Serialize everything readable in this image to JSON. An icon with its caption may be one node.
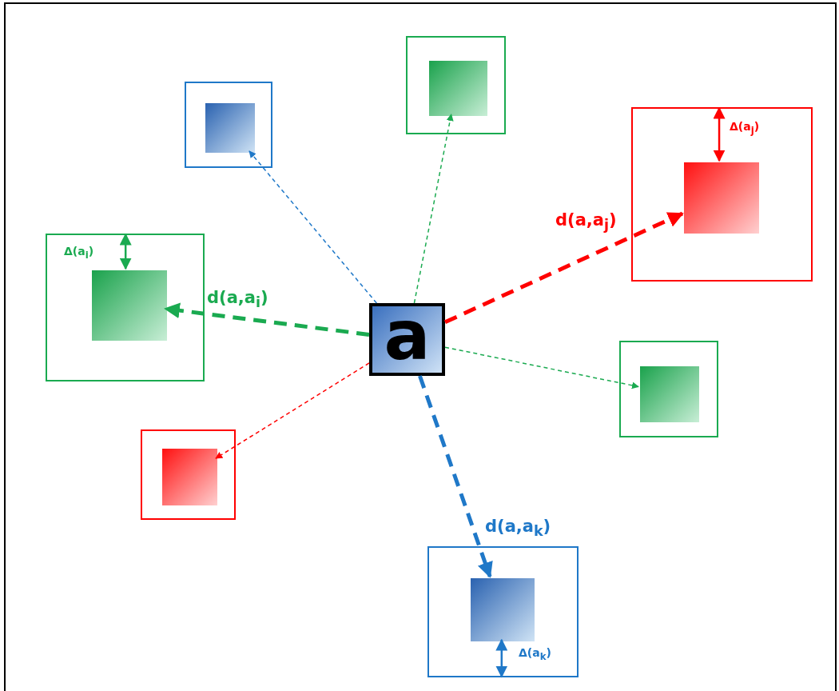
{
  "diagram": {
    "nodes": [
      {
        "text": [
          "a"
        ]
      },
      {
        "text": [],
        "shape": "box"
      },
      {
        "text": [],
        "shape": "box",
        "in": 1
      },
      {
        "text": [],
        "shape": "box"
      },
      {
        "text": [],
        "shape": "box",
        "in": 3
      },
      {
        "text": [],
        "shape": "box"
      },
      {
        "text": [],
        "shape": "box",
        "in": 5
      },
      {
        "text": [],
        "shape": "box"
      },
      {
        "text": [],
        "shape": "box",
        "in": 7
      },
      {
        "text": [],
        "shape": "box"
      },
      {
        "text": [],
        "shape": "box",
        "in": 9
      },
      {
        "text": [],
        "shape": "box"
      },
      {
        "text": [],
        "shape": "box",
        "in": 11
      },
      {
        "text": [],
        "shape": "box"
      },
      {
        "text": [],
        "shape": "box",
        "in": 13
      }
    ],
    "edges": [
      {
        "from": 0,
        "to": 2,
        "arrow": "to",
        "style": "dashed",
        "color": "#1f78c8"
      },
      {
        "from": 0,
        "to": 4,
        "arrow": "to",
        "style": "dashed",
        "color": "#1aaa50"
      },
      {
        "from": 0,
        "to": 6,
        "arrow": "to",
        "style": "dashed",
        "color": "#ff0000",
        "label": "d(a,a$_{j}$)"
      },
      {
        "from": 0,
        "to": 8,
        "arrow": "to",
        "style": "dashed",
        "color": "#1aaa50",
        "label": "d(a,a$_{i}$)"
      },
      {
        "from": 0,
        "to": 10,
        "arrow": "to",
        "style": "dashed",
        "color": "#1aaa50"
      },
      {
        "from": 0,
        "to": 12,
        "arrow": "to",
        "style": "dashed",
        "color": "#ff0000"
      },
      {
        "from": 0,
        "to": 14,
        "arrow": "to",
        "style": "dashed",
        "color": "#1f78c8",
        "label": "d(a,a$_{k}$)"
      },
      {
        "from": 5,
        "to": 6,
        "arrow": "both",
        "color": "#ff0000",
        "label": "Δ(a$_{j}$)"
      },
      {
        "from": 7,
        "to": 8,
        "arrow": "both",
        "color": "#1aaa50",
        "label": "Δ(a$_{i}$)"
      },
      {
        "from": 13,
        "to": 14,
        "arrow": "both",
        "color": "#1f78c8",
        "label": "Δ(a$_{k}$)"
      }
    ]
  }
}
